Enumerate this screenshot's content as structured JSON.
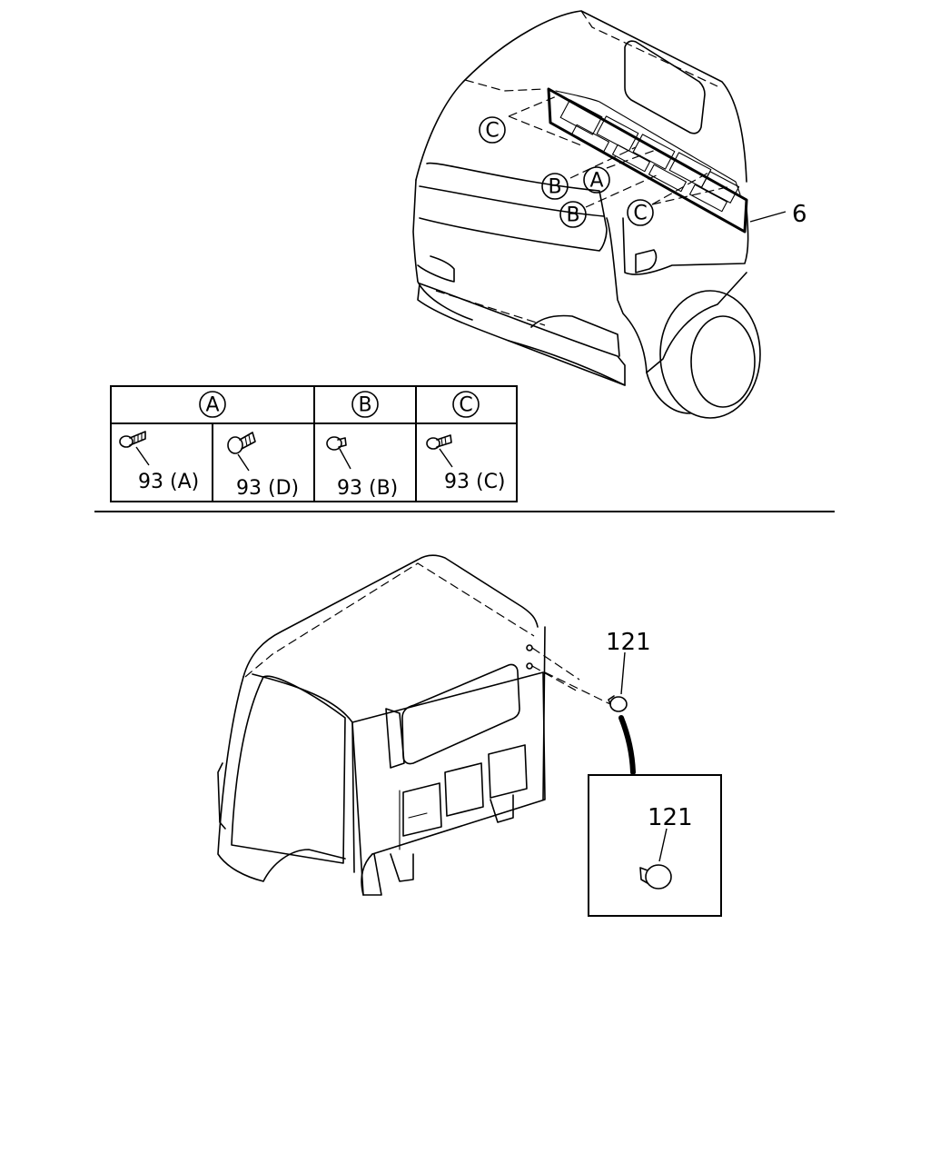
{
  "top_diagram": {
    "part_label": "6",
    "callouts": [
      "C",
      "B",
      "A",
      "B",
      "C"
    ]
  },
  "fastener_table": {
    "groups": [
      {
        "header": "A",
        "items": [
          "93 (A)",
          "93 (D)"
        ]
      },
      {
        "header": "B",
        "items": [
          "93 (B)"
        ]
      },
      {
        "header": "C",
        "items": [
          "93 (C)"
        ]
      }
    ]
  },
  "bottom_diagram": {
    "part_label": "121",
    "detail_label": "121"
  }
}
